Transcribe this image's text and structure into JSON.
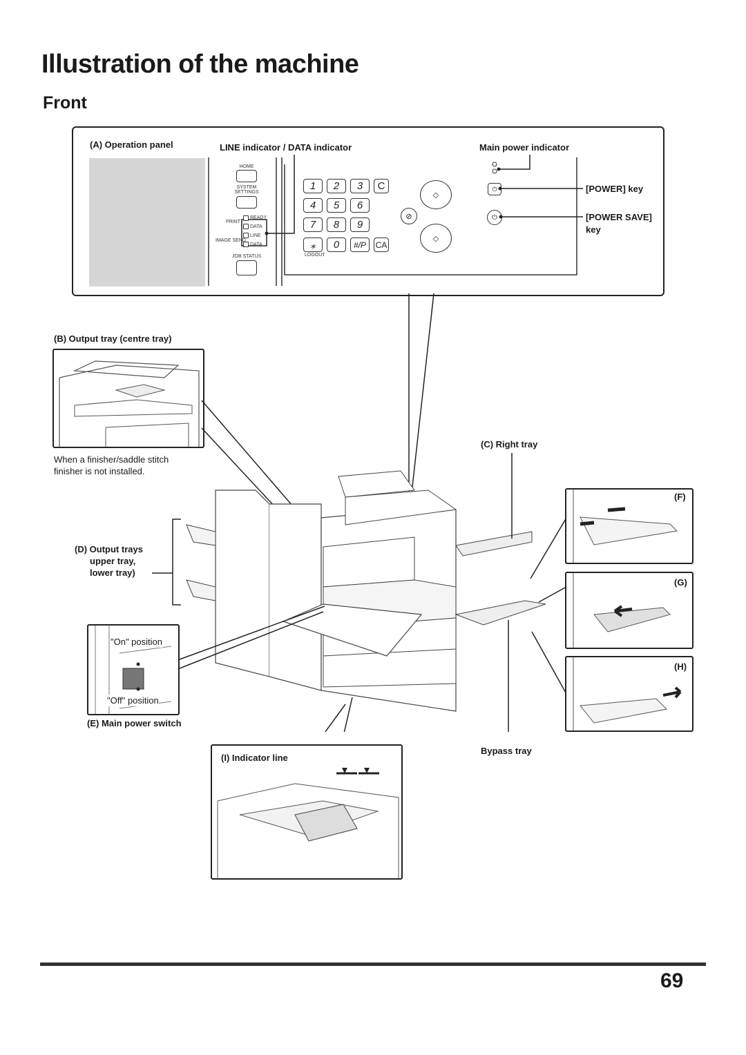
{
  "title": "Illustration of the machine",
  "subtitle": "Front",
  "panel": {
    "label_a": "(A) Operation panel",
    "label_line": "LINE indicator / DATA indicator",
    "label_main_power": "Main power indicator",
    "power_key": "[POWER] key",
    "power_save_key": "[POWER SAVE]",
    "power_save_key2": "key",
    "keys": {
      "home": "HOME",
      "system1": "SYSTEM",
      "system2": "SETTINGS",
      "print": "PRINT",
      "image_send": "IMAGE SEND",
      "ready": "READY",
      "data1": "DATA",
      "line": "LINE",
      "data2": "DATA",
      "job_status": "JOB STATUS",
      "logout": "LOGOUT",
      "k1": "1",
      "k2": "2",
      "k3": "3",
      "kc": "C",
      "k4": "4",
      "k5": "5",
      "k6": "6",
      "k7": "7",
      "k8": "8",
      "k9": "9",
      "kstar": "⁎",
      "k0": "0",
      "khash": "#/P",
      "kca": "CA"
    }
  },
  "labels": {
    "b": "(B) Output tray (centre tray)",
    "b_note1": "When a finisher/saddle stitch",
    "b_note2": "finisher is not installed.",
    "c": "(C) Right tray",
    "d1": "(D) Output trays",
    "d2": "upper tray,",
    "d3": "lower tray)",
    "on_position": "\"On\" position",
    "off_position": "\"Off\" position",
    "e": "(E) Main power switch",
    "i": "(I) Indicator line",
    "bypass": "Bypass tray",
    "f": "(F)",
    "g": "(G)",
    "h": "(H)"
  },
  "page_number": "69"
}
